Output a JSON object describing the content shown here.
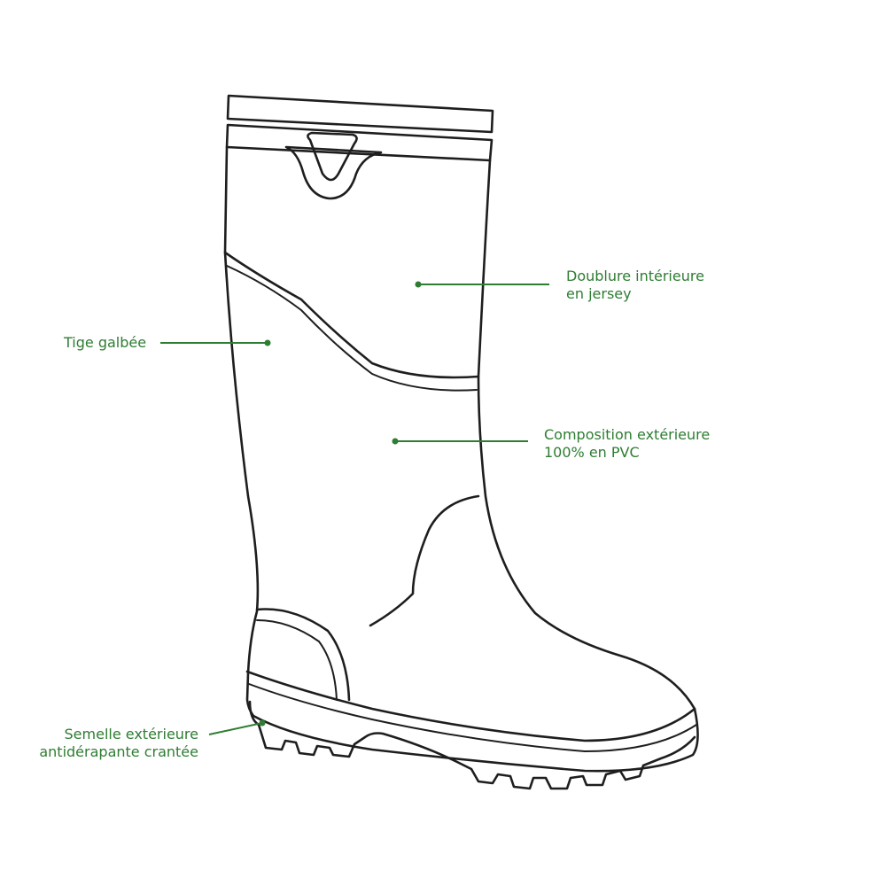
{
  "colors": {
    "accent": "#2e7d32",
    "outline": "#1e1e1e",
    "background": "#ffffff"
  },
  "callouts": {
    "lining": {
      "line1": "Doublure intérieure",
      "line2": "en jersey"
    },
    "shaft": {
      "line1": "Tige galbée"
    },
    "composition": {
      "line1": "Composition extérieure",
      "line2": "100% en PVC"
    },
    "sole": {
      "line1": "Semelle extérieure",
      "line2": "antidérapante crantée"
    }
  }
}
